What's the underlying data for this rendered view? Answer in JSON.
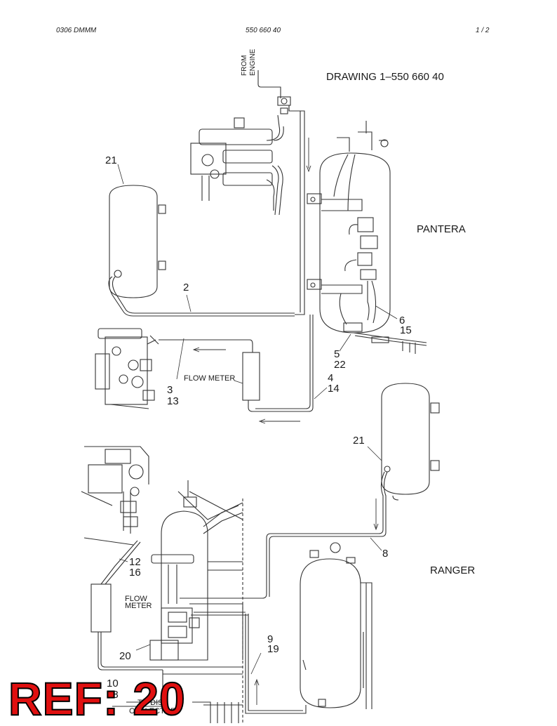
{
  "header": {
    "left": "0306 DMMM",
    "center": "550 660 40",
    "right": "1 /   2"
  },
  "drawing_title": "DRAWING  1–550 660 40",
  "sections": {
    "pantera": "PANTERA",
    "ranger": "RANGER"
  },
  "from_engine": [
    "FROM",
    "ENGINE"
  ],
  "flow_meter_top": "FLOW METER",
  "flow_meter_bottom": [
    "FLOW",
    "METER"
  ],
  "to_collector": [
    "TO DIST.",
    "COLLECTOR"
  ],
  "callouts": {
    "c21a": "21",
    "c2": "2",
    "c6": "6",
    "c15": "15",
    "c5": "5",
    "c22": "22",
    "c4": "4",
    "c14": "14",
    "c3": "3",
    "c13": "13",
    "c21b": "21",
    "c8": "8",
    "c12": "12",
    "c16": "16",
    "c9": "9",
    "c19": "19",
    "c20": "20",
    "c10": "10",
    "c18": "18"
  },
  "ref_stamp": "REF: 20"
}
